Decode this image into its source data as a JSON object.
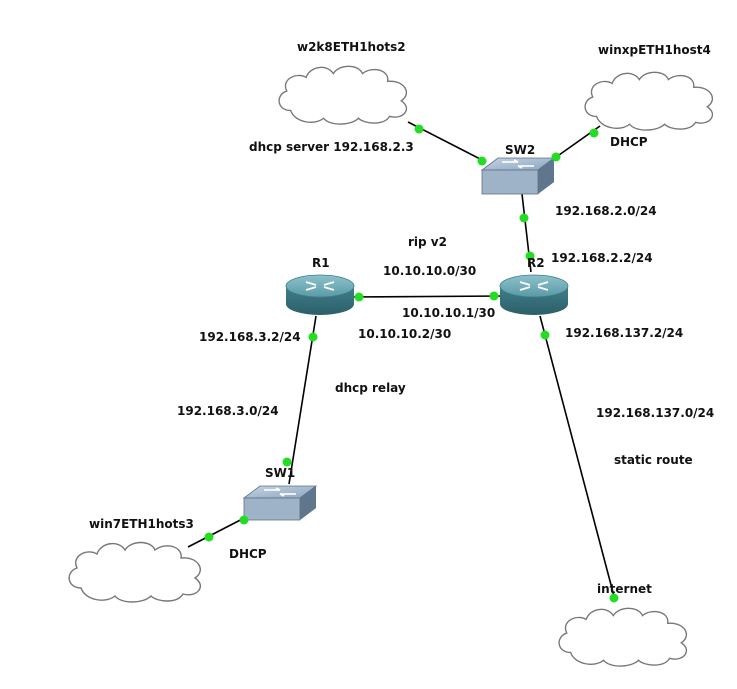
{
  "nodes": {
    "w2k8": {
      "name": "w2k8ETH1hots2",
      "kind": "cloud",
      "icon": "cloud-icon"
    },
    "winxp": {
      "name": "winxpETH1host4",
      "kind": "cloud",
      "icon": "cloud-icon"
    },
    "win7": {
      "name": "win7ETH1hots3",
      "kind": "cloud",
      "icon": "cloud-icon"
    },
    "internet": {
      "name": "internet",
      "kind": "cloud",
      "icon": "cloud-icon"
    },
    "sw2": {
      "name": "SW2",
      "kind": "switch",
      "icon": "switch-icon"
    },
    "sw1": {
      "name": "SW1",
      "kind": "switch",
      "icon": "switch-icon"
    },
    "r1": {
      "name": "R1",
      "kind": "router",
      "icon": "router-icon"
    },
    "r2": {
      "name": "R2",
      "kind": "router",
      "icon": "router-icon"
    }
  },
  "links": [
    {
      "from": "w2k8",
      "to": "sw2"
    },
    {
      "from": "winxp",
      "to": "sw2"
    },
    {
      "from": "sw2",
      "to": "r2"
    },
    {
      "from": "r1",
      "to": "r2"
    },
    {
      "from": "r1",
      "to": "sw1"
    },
    {
      "from": "sw1",
      "to": "win7"
    },
    {
      "from": "r2",
      "to": "internet"
    }
  ],
  "annotations": {
    "dhcp_server": "dhcp server 192.168.2.3",
    "dhcp_winxp": "DHCP",
    "net_sw2": "192.168.2.0/24",
    "rip": "rip v2",
    "r2_lan_ip": "192.168.2.2/24",
    "p2p_net": "10.10.10.0/30",
    "r2_p2p_ip": "10.10.10.1/30",
    "r1_p2p_ip": "10.10.10.2/30",
    "r1_lan_ip": "192.168.3.2/24",
    "r2_wan_ip": "192.168.137.2/24",
    "dhcp_relay": "dhcp relay",
    "net_sw1": "192.168.3.0/24",
    "net_wan": "192.168.137.0/24",
    "static_route": "static route",
    "dhcp_win7": "DHCP"
  },
  "colors": {
    "link": "#000000",
    "port": "#22dd22",
    "router_body": "#4f8f9c",
    "switch_body": "#8fa6be",
    "cloud_fill": "#ffffff",
    "cloud_stroke": "#777777"
  }
}
